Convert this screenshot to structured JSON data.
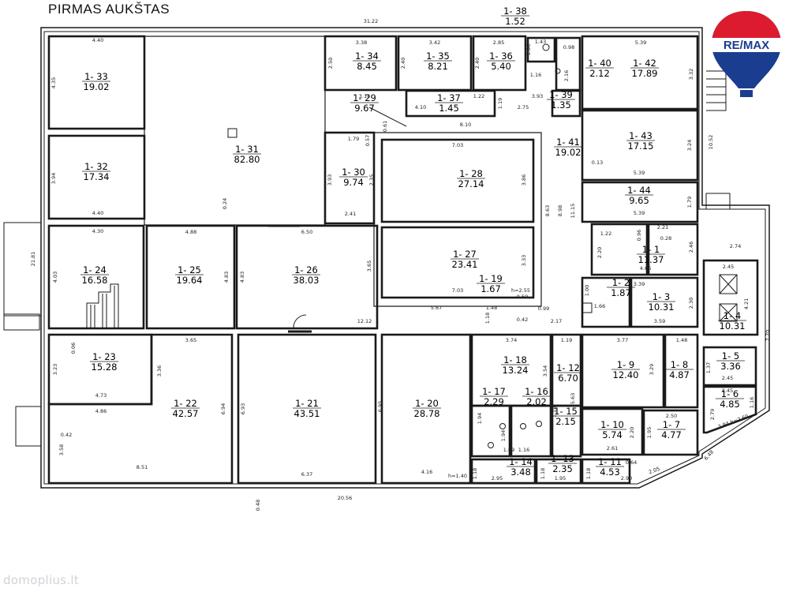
{
  "plan": {
    "title": "PIRMAS AUKŠTAS",
    "watermark": "domoplius.lt",
    "brand_text": "RE/MAX",
    "rooms": [
      {
        "id": "1- 33",
        "area": "19.02"
      },
      {
        "id": "1- 32",
        "area": "17.34"
      },
      {
        "id": "1- 31",
        "area": "82.80"
      },
      {
        "id": "1- 34",
        "area": "8.45"
      },
      {
        "id": "1- 35",
        "area": "8.21"
      },
      {
        "id": "1- 36",
        "area": "5.40"
      },
      {
        "id": "1- 37",
        "area": "1.45"
      },
      {
        "id": "1- 38",
        "area": "1.52"
      },
      {
        "id": "1- 39",
        "area": "1.35"
      },
      {
        "id": "1- 40",
        "area": "2.12"
      },
      {
        "id": "1- 42",
        "area": "17.89"
      },
      {
        "id": "1- 29",
        "area": "9.67"
      },
      {
        "id": "1- 30",
        "area": "9.74"
      },
      {
        "id": "1- 28",
        "area": "27.14"
      },
      {
        "id": "1- 41",
        "area": "19.02"
      },
      {
        "id": "1- 43",
        "area": "17.15"
      },
      {
        "id": "1- 44",
        "area": "9.65"
      },
      {
        "id": "1- 24",
        "area": "16.58"
      },
      {
        "id": "1- 25",
        "area": "19.64"
      },
      {
        "id": "1- 26",
        "area": "38.03"
      },
      {
        "id": "1- 27",
        "area": "23.41"
      },
      {
        "id": "1- 19",
        "area": "1.67"
      },
      {
        "id": "1- 1",
        "area": "11.37"
      },
      {
        "id": "1- 2",
        "area": "1.87"
      },
      {
        "id": "1- 3",
        "area": "10.31"
      },
      {
        "id": "1- 4",
        "area": "10.31"
      },
      {
        "id": "1- 23",
        "area": "15.28"
      },
      {
        "id": "1- 22",
        "area": "42.57"
      },
      {
        "id": "1- 21",
        "area": "43.51"
      },
      {
        "id": "1- 20",
        "area": "28.78"
      },
      {
        "id": "1- 18",
        "area": "13.24"
      },
      {
        "id": "1- 17",
        "area": "2.29"
      },
      {
        "id": "1- 16",
        "area": "2.02"
      },
      {
        "id": "1- 12",
        "area": "6.70"
      },
      {
        "id": "1- 15",
        "area": "2.15"
      },
      {
        "id": "1- 9",
        "area": "12.40"
      },
      {
        "id": "1- 8",
        "area": "4.87"
      },
      {
        "id": "1- 5",
        "area": "3.36"
      },
      {
        "id": "1- 6",
        "area": "4.85"
      },
      {
        "id": "1- 10",
        "area": "5.74"
      },
      {
        "id": "1- 7",
        "area": "4.77"
      },
      {
        "id": "1- 14",
        "area": "3.48"
      },
      {
        "id": "1- 13",
        "area": "2.35"
      },
      {
        "id": "1- 11",
        "area": "4.53"
      }
    ],
    "dimensions": {
      "total_width": "31.22",
      "bottom_width": "20.56",
      "east_depth": "10.52",
      "d_4_40a": "4.40",
      "d_4_35": "4.35",
      "d_3_94": "3.94",
      "d_4_40b": "4.40",
      "d_4_30": "4.30",
      "d_4_03": "4.03",
      "d_4_88": "4.88",
      "d_4_83a": "4.83",
      "d_6_50": "6.50",
      "d_4_83b": "4.83",
      "d_3_65a": "3.65",
      "d_12_12": "12.12",
      "d_3_23": "3.23",
      "d_3_36": "3.36",
      "d_3_65b": "3.65",
      "d_4_73": "4.73",
      "d_4_86": "4.86",
      "d_3_58": "3.58",
      "d_0_42": "0.42",
      "d_8_51": "8.51",
      "d_6_94": "6.94",
      "d_6_93": "6.93",
      "d_6_37": "6.37",
      "d_6_95": "6.95",
      "d_4_16": "4.16",
      "d_h140": "h=1.40",
      "d_0_48": "0.48",
      "d_3_38": "3.38",
      "d_2_50": "2.50",
      "d_3_42": "3.42",
      "d_2_40": "2.40",
      "d_2_85": "2.85",
      "d_2_40b": "2.40",
      "d_5_39a": "5.39",
      "d_3_32": "3.32",
      "d_0_98": "0.98",
      "d_2_16": "2.16",
      "d_1_16": "1.16",
      "d_3_14": "3.14",
      "d_4_10": "4.10",
      "d_1_22": "1.22",
      "d_1_19": "1.19",
      "d_2_75": "2.75",
      "d_3_93a": "3.93",
      "d_8_10": "8.10",
      "d_0_61": "0.61",
      "d_0_57": "0.57",
      "d_1_79": "1.79",
      "d_3_93b": "3.93",
      "d_2_35": "2.35",
      "d_2_41": "2.41",
      "d_0_24": "0.24",
      "d_7_03a": "7.03",
      "d_3_86": "3.86",
      "d_8_63": "8.63",
      "d_8_98": "8.98",
      "d_11_15": "11.15",
      "d_3_24": "3.24",
      "d_0_13": "0.13",
      "d_5_39b": "5.39",
      "d_1_79b": "1.79",
      "d_5_39c": "5.39",
      "d_1_22b": "1.22",
      "d_0_96": "0.96",
      "d_2_21": "2.21",
      "d_0_28": "0.28",
      "d_2_20": "2.20",
      "d_2_46": "2.46",
      "d_4_66": "4.66",
      "d_2_74": "2.74",
      "d_3_39": "3.39",
      "d_7_03b": "7.03",
      "d_3_33": "3.33",
      "d_h255": "h=2.55",
      "d_5_67": "5.67",
      "d_0_59": "0.59",
      "d_0_99": "0.99",
      "d_1_48": "1.48",
      "d_1_18": "1.18",
      "d_0_42b": "0.42",
      "d_2_17": "2.17",
      "d_1_00": "1.00",
      "d_1_66": "1.66",
      "d_2_30": "2.30",
      "d_3_59": "3.59",
      "d_2_45": "2.45",
      "d_4_21": "4.21",
      "d_7_70": "7.70",
      "d_21_81": "21.81",
      "d_0_06": "0.06",
      "d_3_74": "3.74",
      "d_1_19b": "1.19",
      "d_3_54": "3.54",
      "d_5_63": "5.63",
      "d_3_77": "3.77",
      "d_3_29": "3.29",
      "d_1_48b": "1.48",
      "d_1_37": "1.37",
      "d_2_45b": "2.45",
      "d_2_45c": "2.45",
      "d_1_16b": "1.16",
      "d_2_79": "2.79",
      "d_2_94": "2.94 h=2.60",
      "d_2_50b": "2.50",
      "d_1_95": "1.95",
      "d_2_20b": "2.20",
      "d_2_61": "2.61",
      "d_1_94a": "1.94",
      "d_1_94b": "1.94",
      "d_1_09": "1.09",
      "d_1_16c": "1.16",
      "d_2_95a": "2.95",
      "d_1_18b": "1.18",
      "d_1_95b": "1.95",
      "d_1_18c": "1.18",
      "d_2_90": "2.90",
      "d_2_05": "2.05",
      "d_6_48": "6.48",
      "d_0_64": "0.64",
      "d_1_18d": "1.18",
      "d_1_18e": "1.18",
      "d_1_43": "1.43",
      "d_1_06": "1.06"
    }
  }
}
